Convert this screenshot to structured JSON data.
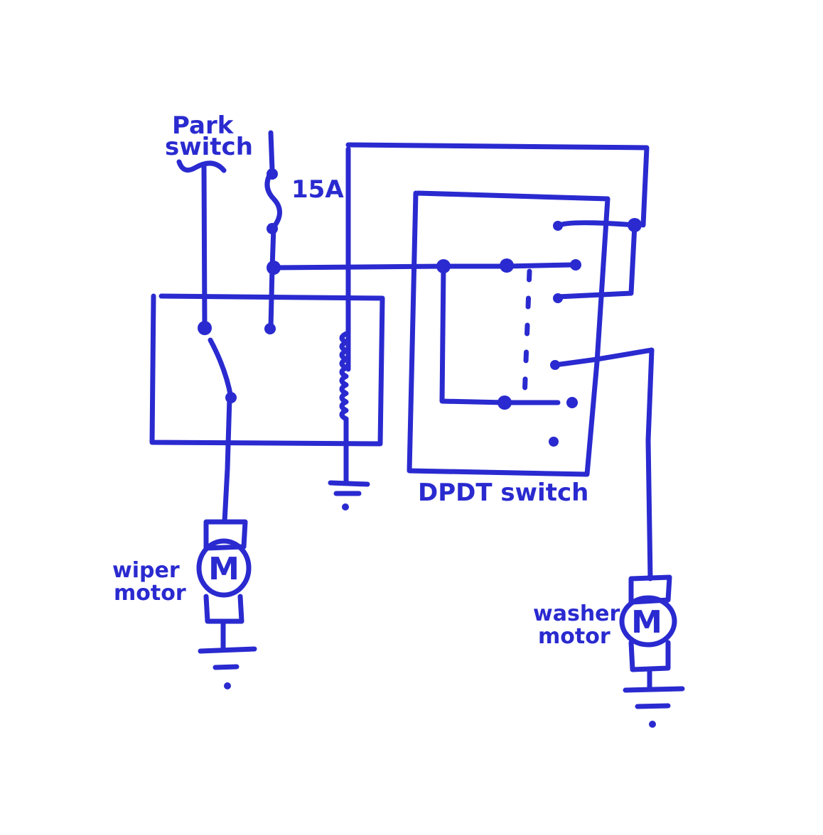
{
  "diagram": {
    "type": "automotive wiper/washer wiring schematic (hand-drawn)",
    "ink_color": "#2a2ad0",
    "background": "#ffffff",
    "labels": {
      "park_switch": [
        "Park",
        "switch"
      ],
      "fuse": "15A",
      "dpdt": "DPDT switch",
      "wiper_motor": [
        "wiper",
        "motor"
      ],
      "washer_motor": [
        "washer",
        "motor"
      ],
      "motor_symbol": "M"
    },
    "components": [
      {
        "id": "park-switch",
        "label": "Park switch"
      },
      {
        "id": "fuse",
        "label": "15A",
        "type": "fuse"
      },
      {
        "id": "relay",
        "type": "relay",
        "contents": [
          "SPST contact",
          "coil"
        ]
      },
      {
        "id": "dpdt-switch",
        "label": "DPDT switch",
        "throws": 3
      },
      {
        "id": "wiper-motor",
        "label": "wiper motor",
        "symbol": "M"
      },
      {
        "id": "washer-motor",
        "label": "washer motor",
        "symbol": "M"
      },
      {
        "id": "ground-relay",
        "type": "ground"
      },
      {
        "id": "ground-wiper",
        "type": "ground"
      },
      {
        "id": "ground-washer",
        "type": "ground"
      }
    ]
  }
}
